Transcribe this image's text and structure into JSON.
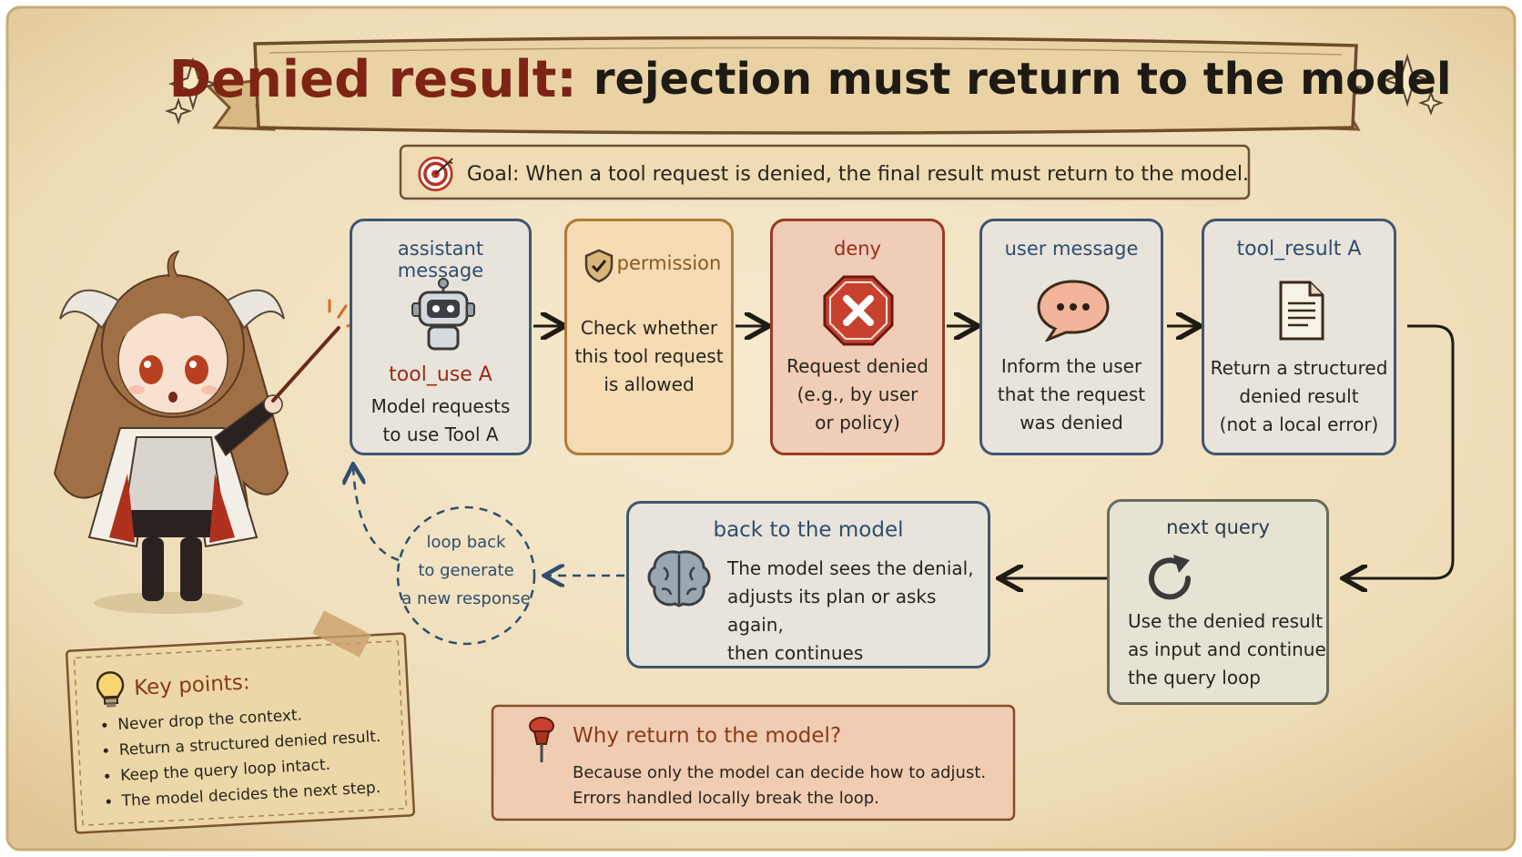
{
  "title": {
    "highlight": "Denied result:",
    "rest": "rejection must return to the model"
  },
  "goal": {
    "text": "Goal: When a tool request is denied, the final result must return to the model."
  },
  "steps": [
    {
      "label": "assistant message",
      "subtitle": "tool_use A",
      "body": [
        "Model requests",
        "to use Tool A"
      ],
      "icon": "robot-icon"
    },
    {
      "label": "permission",
      "body": [
        "Check whether",
        "this tool request",
        "is allowed"
      ],
      "icon": "shield-check-icon"
    },
    {
      "label": "deny",
      "body": [
        "Request denied",
        "(e.g., by user",
        "or policy)"
      ],
      "icon": "stop-x-icon"
    },
    {
      "label": "user message",
      "body": [
        "Inform the user",
        "that the request",
        "was denied"
      ],
      "icon": "speech-bubble-icon"
    },
    {
      "label": "tool_result A",
      "body": [
        "Return a structured",
        "denied result",
        "(not a local error)"
      ],
      "icon": "document-icon"
    }
  ],
  "next_query": {
    "label": "next query",
    "body": [
      "Use the denied result",
      "as input and continue",
      "the query loop"
    ],
    "icon": "refresh-icon"
  },
  "back_to_model": {
    "label": "back to the model",
    "body": [
      "The model sees the denial,",
      "adjusts its plan or asks again,",
      "then continues"
    ],
    "icon": "brain-icon"
  },
  "loop_back": {
    "lines": [
      "loop back",
      "to generate",
      "a new response"
    ]
  },
  "key_points": {
    "title": "Key points:",
    "items": [
      "Never drop the context.",
      "Return a structured denied result.",
      "Keep the query loop intact.",
      "The model decides the next step."
    ],
    "icon": "lightbulb-icon"
  },
  "why": {
    "title": "Why return to the model?",
    "body": [
      "Because only the model can decide how to adjust.",
      "Errors handled locally break the loop."
    ],
    "icon": "pushpin-icon"
  },
  "colors": {
    "parchment": "#f1e2c2",
    "accent_red": "#7e2415",
    "accent_blue": "#2f4d6e",
    "deny_red": "#c7412e"
  }
}
